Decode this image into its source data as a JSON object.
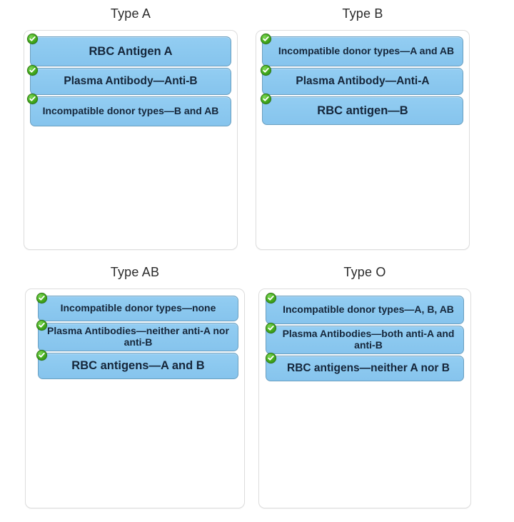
{
  "page": {
    "background_color": "#ffffff",
    "bar_fill_color": "#8cc8ef",
    "bar_border_color": "#6a9fc0",
    "panel_border_color": "#dddddd",
    "check_color": "#3e9f1a",
    "title_color": "#2b2b2b",
    "bar_text_color": "#15263a"
  },
  "panels": [
    {
      "id": "type-a",
      "title": "Type A",
      "bars": [
        {
          "text": "RBC Antigen A",
          "icon": "check-circle-icon"
        },
        {
          "text": "Plasma Antibody—Anti-B",
          "icon": "check-circle-icon"
        },
        {
          "text": "Incompatible donor types—B and AB",
          "icon": "check-circle-icon"
        }
      ]
    },
    {
      "id": "type-b",
      "title": "Type B",
      "bars": [
        {
          "text": "Incompatible donor types—A and AB",
          "icon": "check-circle-icon"
        },
        {
          "text": "Plasma Antibody—Anti-A",
          "icon": "check-circle-icon"
        },
        {
          "text": "RBC antigen—B",
          "icon": "check-circle-icon"
        }
      ]
    },
    {
      "id": "type-ab",
      "title": "Type AB",
      "bars": [
        {
          "text": "Incompatible donor types—none",
          "icon": "check-circle-icon"
        },
        {
          "text": "Plasma Antibodies—neither anti-A nor anti-B",
          "icon": "check-circle-icon"
        },
        {
          "text": "RBC antigens—A and B",
          "icon": "check-circle-icon"
        }
      ]
    },
    {
      "id": "type-o",
      "title": "Type O",
      "bars": [
        {
          "text": "Incompatible donor types—A, B, AB",
          "icon": "check-circle-icon"
        },
        {
          "text": "Plasma Antibodies—both anti-A and anti-B",
          "icon": "check-circle-icon"
        },
        {
          "text": "RBC antigens—neither A nor B",
          "icon": "check-circle-icon"
        }
      ]
    }
  ]
}
